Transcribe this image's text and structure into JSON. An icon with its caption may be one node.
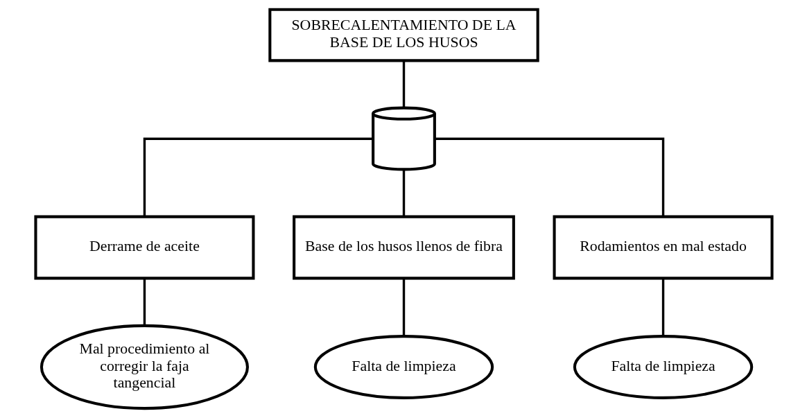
{
  "diagram": {
    "nodes": [
      {
        "text": [
          "SOBRECALENTAMIENTO DE LA BASE DE LOS HUSOS"
        ]
      },
      {
        "text": [],
        "shape": "cylinder"
      },
      {
        "text": [
          "Derrame de aceite"
        ]
      },
      {
        "text": [
          "Base de los husos llenos de fibra"
        ]
      },
      {
        "text": [
          "Rodamientos en mal estado"
        ]
      },
      {
        "text": [
          "Mal procedimiento al corregir la faja tangencial"
        ]
      },
      {
        "text": [
          "Falta de limpieza"
        ]
      },
      {
        "text": [
          "Falta de limpieza"
        ]
      }
    ],
    "edges": [
      {
        "from": 0,
        "to": 1,
        "arrow": "none"
      },
      {
        "from": 1,
        "to": 2,
        "arrow": "none"
      },
      {
        "from": 1,
        "to": 3,
        "arrow": "none"
      },
      {
        "from": 1,
        "to": 4,
        "arrow": "none"
      },
      {
        "from": 2,
        "to": 5,
        "arrow": "none"
      },
      {
        "from": 3,
        "to": 6,
        "arrow": "none"
      },
      {
        "from": 4,
        "to": 7,
        "arrow": "none"
      }
    ]
  }
}
